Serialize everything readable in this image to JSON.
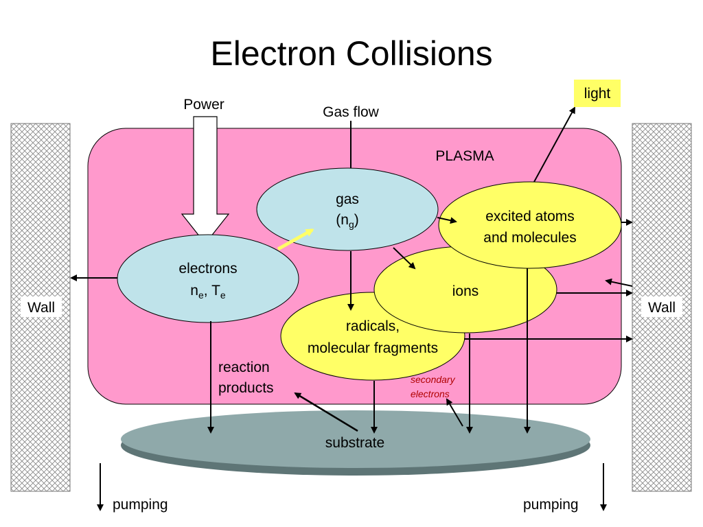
{
  "title": "Electron Collisions",
  "labels": {
    "power": "Power",
    "gas_flow": "Gas flow",
    "plasma": "PLASMA",
    "light": "light",
    "wall_left": "Wall",
    "wall_right": "Wall",
    "reaction_products_line1": "reaction",
    "reaction_products_line2": "products",
    "secondary_electrons_line1": "secondary",
    "secondary_electrons_line2": "electrons",
    "substrate": "substrate",
    "pumping_left": "pumping",
    "pumping_right": "pumping"
  },
  "nodes": {
    "gas": {
      "line1": "gas",
      "line2_main": "(n",
      "line2_sub": "g",
      "line2_end": ")"
    },
    "electrons": {
      "line1": "electrons",
      "line2_a": "n",
      "line2_a_sub": "e",
      "line2_mid": ", T",
      "line2_b_sub": "e"
    },
    "excited": {
      "line1": "excited atoms",
      "line2": "and molecules"
    },
    "ions": {
      "line1": "ions"
    },
    "radicals": {
      "line1": "radicals,",
      "line2": "molecular fragments"
    }
  },
  "colors": {
    "plasma": "#ff99cc",
    "gas_node": "#bfe3ea",
    "yellow_node": "#ffff66",
    "light_box": "#ffff66",
    "substrate": "#8fa9aa",
    "substrate_shadow": "#5e7576",
    "wall_pattern": "#7a7a7a",
    "secondary_text": "#b00000"
  }
}
